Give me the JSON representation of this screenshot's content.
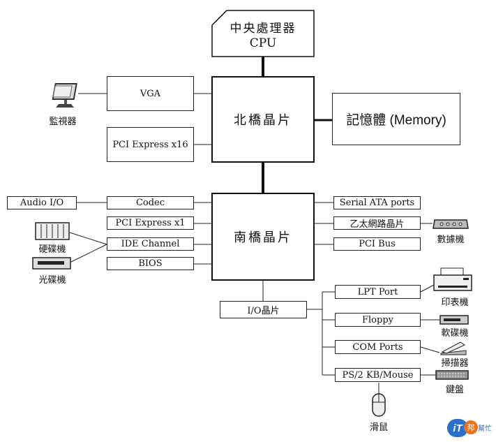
{
  "cpu": {
    "line1": "中央處理器",
    "line2": "CPU"
  },
  "northbridge": "北橋晶片",
  "southbridge": "南橋晶片",
  "memory": "記憶體 (Memory)",
  "vga": "VGA",
  "pcie16": "PCI Express x16",
  "monitor": "監視器",
  "audio": "Audio I/O",
  "codec": "Codec",
  "pcie1": "PCI Express x1",
  "ide": "IDE Channel",
  "bios": "BIOS",
  "hdd": "硬碟機",
  "optical": "光碟機",
  "sata": "Serial ATA ports",
  "ethernet": "乙太網路晶片",
  "pcibus": "PCI Bus",
  "modem": "數據機",
  "io_chip": "I/O晶片",
  "lpt": "LPT Port",
  "floppy": "Floppy",
  "com": "COM Ports",
  "ps2": "PS/2 KB/Mouse",
  "printer": "印表機",
  "floppy_drive": "軟碟機",
  "scanner": "掃描器",
  "keyboard": "鍵盤",
  "mouse": "滑鼠",
  "logo": {
    "main": "iT",
    "sub": "邦",
    "tag": "幫忙"
  }
}
